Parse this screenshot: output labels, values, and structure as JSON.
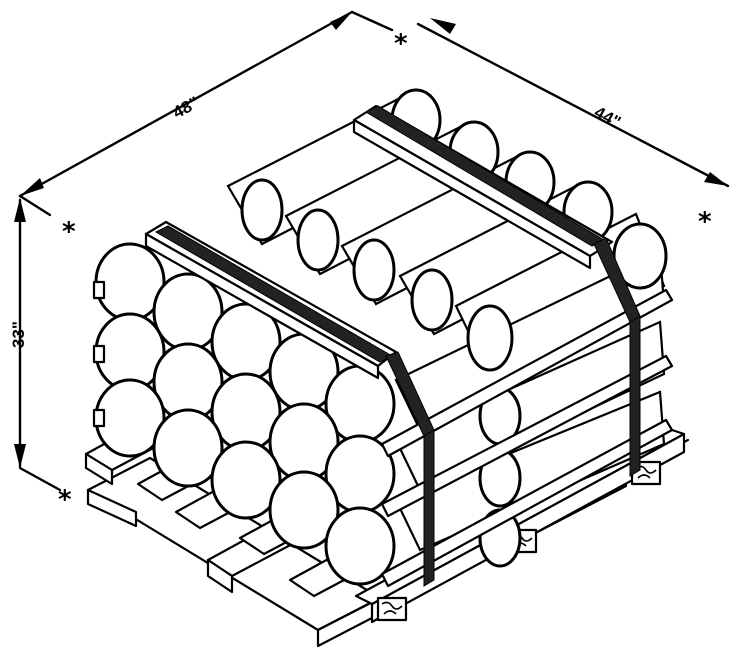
{
  "dimensions": {
    "length": "48\"",
    "width": "44\"",
    "height": "33\""
  },
  "markers": {
    "symbol": "*"
  }
}
